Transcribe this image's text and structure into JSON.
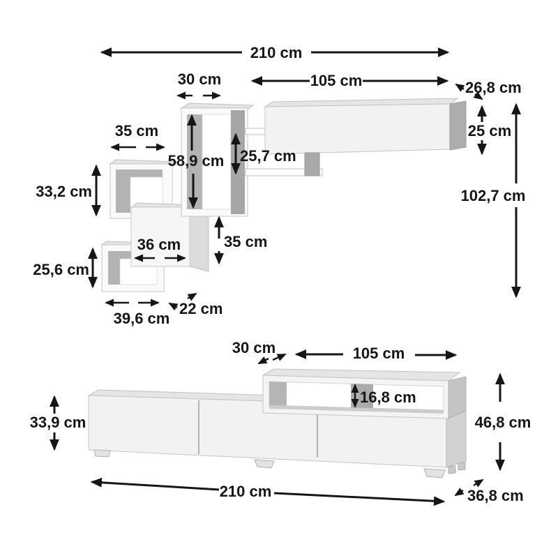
{
  "page": {
    "type": "furniture dimension diagram",
    "background": "#ffffff",
    "units": "cm"
  },
  "colors": {
    "dimension_lines": "#161616",
    "panel_front": "#f2f2f2",
    "panel_top": "#e5e5e5",
    "panel_side": "#adadad",
    "inner_shadow": "#b3b3b3"
  },
  "wall_unit": {
    "name": "wall-mounted shelf composition",
    "dims": {
      "total_width": "210 cm",
      "frame_width": "30 cm",
      "cabinet_width": "105 cm",
      "cabinet_depth": "26,8 cm",
      "cabinet_height": "25 cm",
      "total_height": "102,7 cm",
      "left_frame_width": "35 cm",
      "tall_frame_height": "58,9 cm",
      "shelf_gap_height": "25,7 cm",
      "left_frame_height": "33,2 cm",
      "box_width": "36 cm",
      "lower_gap_height": "35 cm",
      "bottom_frame_height": "25,6 cm",
      "box_depth": "22 cm",
      "bottom_frame_width": "39,6 cm"
    }
  },
  "tv_stand": {
    "name": "tv stand with top shelf",
    "dims": {
      "hutch_depth": "30 cm",
      "hutch_width": "105 cm",
      "hutch_opening_height": "16,8 cm",
      "base_height": "33,9 cm",
      "total_height": "46,8 cm",
      "total_width": "210 cm",
      "total_depth": "36,8 cm"
    }
  }
}
